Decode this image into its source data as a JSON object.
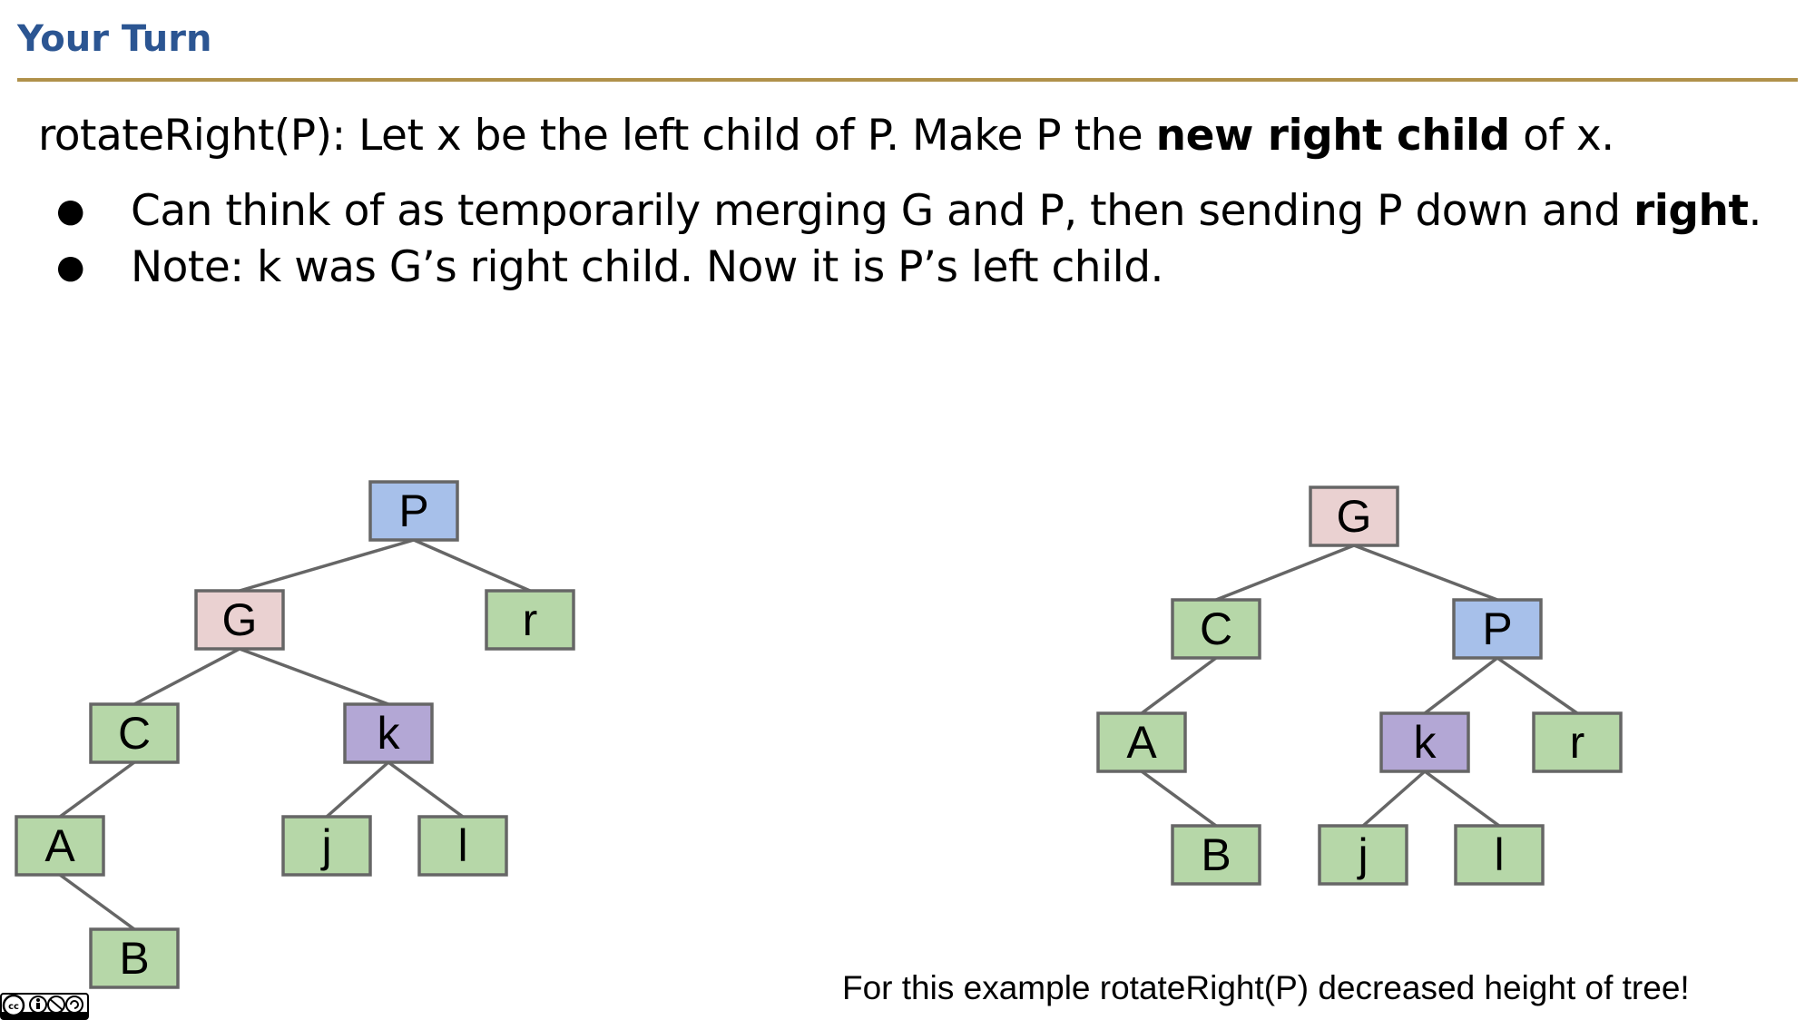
{
  "slide": {
    "title": "Your Turn",
    "main_text": {
      "part1": "rotateRight(P): Let x be the left child of P. Make P the ",
      "bold": "new right child",
      "part2": " of x."
    },
    "bullets": [
      {
        "marker": "●",
        "part1": "Can think of as temporarily merging G and P, then sending P down and ",
        "bold": "right",
        "part2": "."
      },
      {
        "marker": "●",
        "part1": "Note: k was G’s right child. Now it is P’s left child.",
        "bold": "",
        "part2": ""
      }
    ],
    "note": "For this example rotateRight(P) decreased height of tree!"
  },
  "colors": {
    "title": "#2b5592",
    "rule": "#b0914a",
    "node_border": "#666666",
    "edge": "#666666",
    "pink": "#ead1d1",
    "blue": "#a7c0ea",
    "purple": "#b3a7d5",
    "green": "#b6d7a8"
  },
  "trees": {
    "before": {
      "nodes": [
        {
          "id": "P",
          "label": "P",
          "color": "blue"
        },
        {
          "id": "G",
          "label": "G",
          "color": "pink"
        },
        {
          "id": "r",
          "label": "r",
          "color": "green"
        },
        {
          "id": "C",
          "label": "C",
          "color": "green"
        },
        {
          "id": "k",
          "label": "k",
          "color": "purple"
        },
        {
          "id": "A",
          "label": "A",
          "color": "green"
        },
        {
          "id": "j",
          "label": "j",
          "color": "green"
        },
        {
          "id": "l",
          "label": "l",
          "color": "green"
        },
        {
          "id": "B",
          "label": "B",
          "color": "green"
        }
      ],
      "edges": [
        [
          "P",
          "G"
        ],
        [
          "P",
          "r"
        ],
        [
          "G",
          "C"
        ],
        [
          "G",
          "k"
        ],
        [
          "C",
          "A"
        ],
        [
          "k",
          "j"
        ],
        [
          "k",
          "l"
        ],
        [
          "A",
          "B"
        ]
      ]
    },
    "after": {
      "nodes": [
        {
          "id": "G",
          "label": "G",
          "color": "pink"
        },
        {
          "id": "C",
          "label": "C",
          "color": "green"
        },
        {
          "id": "P",
          "label": "P",
          "color": "blue"
        },
        {
          "id": "A",
          "label": "A",
          "color": "green"
        },
        {
          "id": "k",
          "label": "k",
          "color": "purple"
        },
        {
          "id": "r",
          "label": "r",
          "color": "green"
        },
        {
          "id": "B",
          "label": "B",
          "color": "green"
        },
        {
          "id": "j",
          "label": "j",
          "color": "green"
        },
        {
          "id": "l",
          "label": "l",
          "color": "green"
        }
      ],
      "edges": [
        [
          "G",
          "C"
        ],
        [
          "G",
          "P"
        ],
        [
          "C",
          "A"
        ],
        [
          "A",
          "B"
        ],
        [
          "P",
          "k"
        ],
        [
          "P",
          "r"
        ],
        [
          "k",
          "j"
        ],
        [
          "k",
          "l"
        ]
      ]
    }
  }
}
